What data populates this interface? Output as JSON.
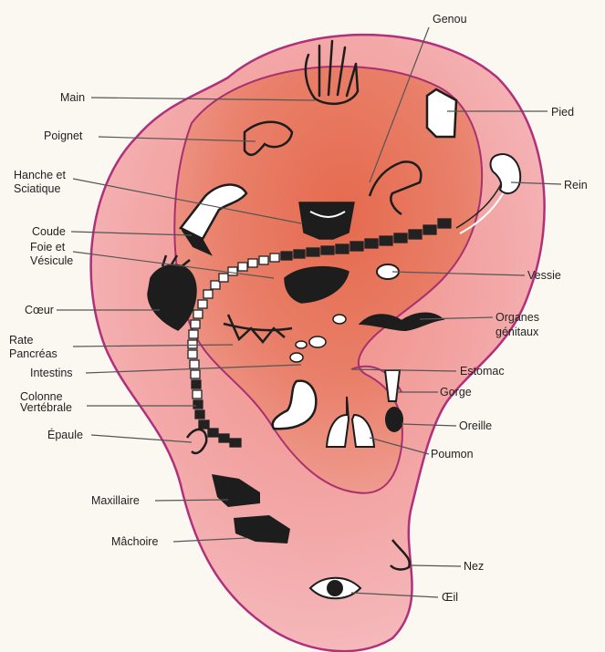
{
  "labels": {
    "genou": "Genou",
    "main": "Main",
    "pied": "Pied",
    "poignet": "Poignet",
    "hanche_line1": "Hanche et",
    "hanche_line2": "Sciatique",
    "rein": "Rein",
    "coude": "Coude",
    "foie_line1": "Foie et",
    "foie_line2": "Vésicule",
    "vessie": "Vessie",
    "coeur": "Cœur",
    "organes_line1": "Organes",
    "organes_line2": "génitaux",
    "rate_line1": "Rate",
    "rate_line2": "Pancréas",
    "intestins": "Intestins",
    "estomac": "Estomac",
    "colonne_line1": "Colonne",
    "colonne_line2": "Vertébrale",
    "gorge": "Gorge",
    "oreille": "Oreille",
    "epaule": "Épaule",
    "poumon": "Poumon",
    "maxillaire": "Maxillaire",
    "machoire": "Mâchoire",
    "nez": "Nez",
    "oeil": "Œil"
  },
  "colors": {
    "ear_outline": "#b0307a",
    "ear_fill": "#f0a3a3",
    "zone_fill": "#e47a62",
    "ink": "#1d1d1d",
    "leader": "#555555"
  }
}
